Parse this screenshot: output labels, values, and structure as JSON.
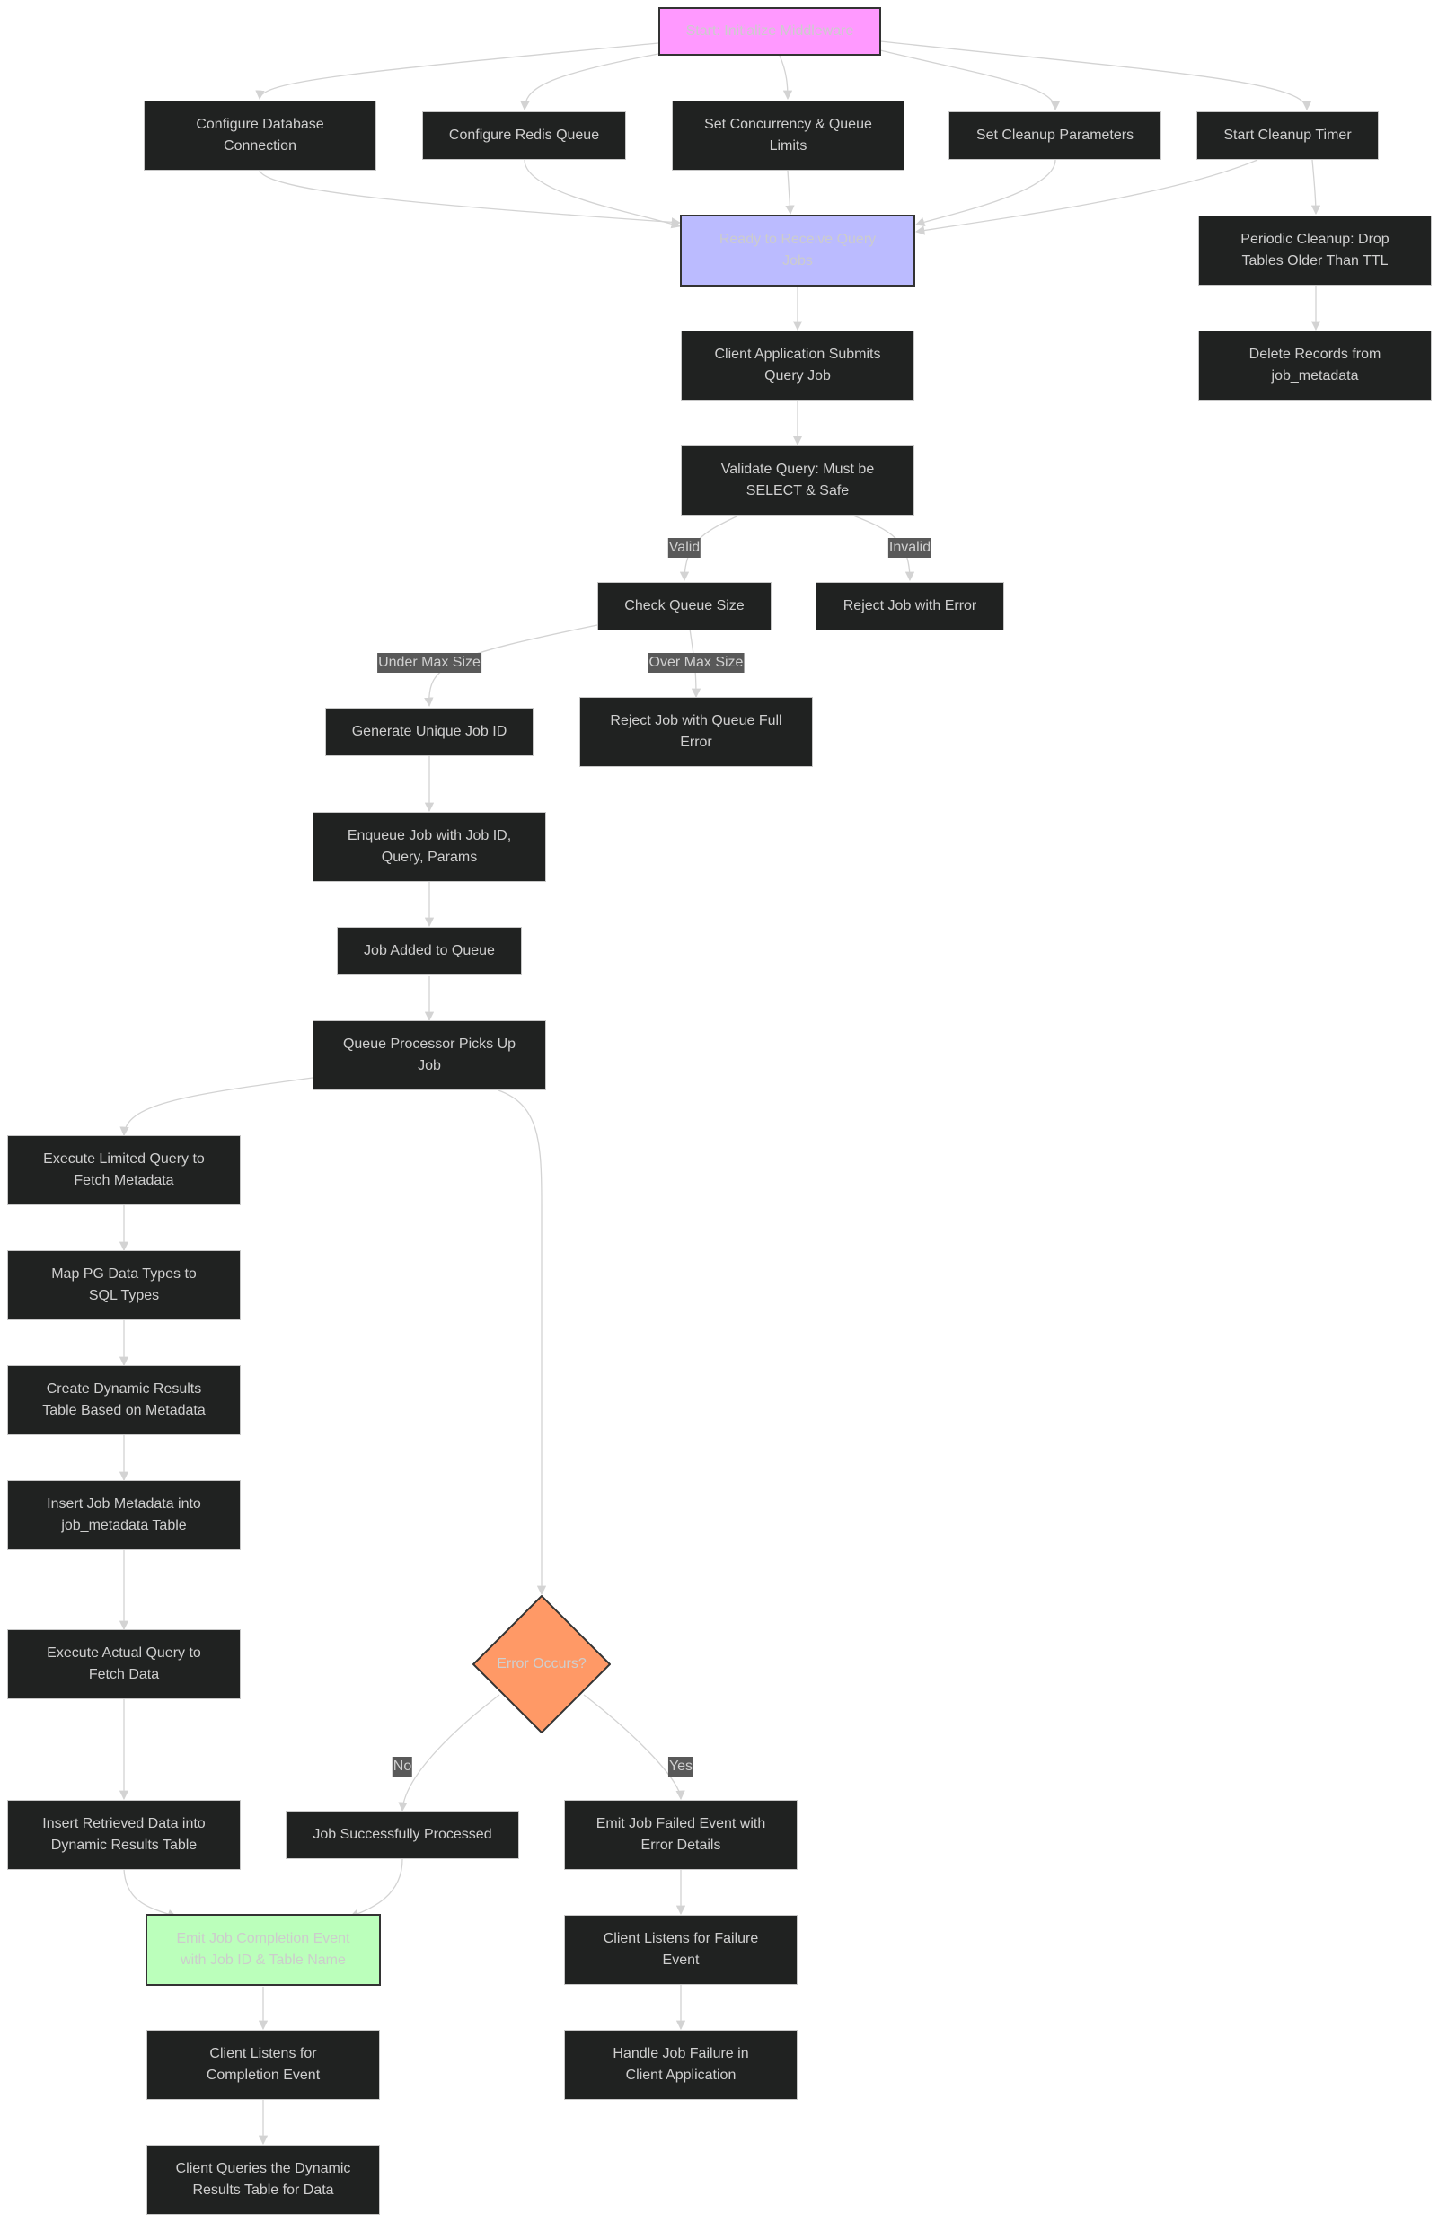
{
  "diagram": {
    "type": "flowchart",
    "colors": {
      "start_fill": "#ff99ff",
      "ready_fill": "#bbbbff",
      "decision_fill": "#ff9966",
      "completion_fill": "#bbffbb",
      "node_fill": "#202221",
      "node_text": "#cfcfcf",
      "edge": "#d3d3d3",
      "edge_label_bg": "#595959"
    },
    "nodes": {
      "start": "Start: Initialize Middleware",
      "config_db": "Configure Database\nConnection",
      "config_redis": "Configure Redis Queue",
      "set_concurrency": "Set Concurrency & Queue\nLimits",
      "set_cleanup": "Set Cleanup Parameters",
      "start_timer": "Start Cleanup Timer",
      "ready": "Ready to Receive Query\nJobs",
      "periodic_cleanup": "Periodic Cleanup: Drop\nTables Older Than TTL",
      "delete_records": "Delete Records from\njob_metadata",
      "submit": "Client Application Submits\nQuery Job",
      "validate": "Validate Query: Must be\nSELECT & Safe",
      "check_queue": "Check Queue Size",
      "reject_error": "Reject Job with Error",
      "gen_id": "Generate Unique Job ID",
      "reject_full": "Reject Job with Queue Full\nError",
      "enqueue": "Enqueue Job with Job ID,\nQuery, Params",
      "added": "Job Added to Queue",
      "picks_up": "Queue Processor Picks Up\nJob",
      "exec_limited": "Execute Limited Query to\nFetch Metadata",
      "map_types": "Map PG Data Types to\nSQL Types",
      "create_table": "Create Dynamic Results\nTable Based on Metadata",
      "insert_meta": "Insert Job Metadata into\njob_metadata Table",
      "exec_actual": "Execute Actual Query to\nFetch Data",
      "error_occurs": "Error Occurs?",
      "insert_data": "Insert Retrieved Data into\nDynamic Results Table",
      "success": "Job Successfully Processed",
      "emit_failed": "Emit Job Failed Event with\nError Details",
      "emit_complete": "Emit Job Completion Event\nwith Job ID & Table Name",
      "listen_failure": "Client Listens for Failure\nEvent",
      "listen_complete": "Client Listens for\nCompletion Event",
      "handle_failure": "Handle Job Failure in\nClient Application",
      "client_queries": "Client Queries the Dynamic\nResults Table for Data"
    },
    "edge_labels": {
      "valid": "Valid",
      "invalid": "Invalid",
      "under_max": "Under Max Size",
      "over_max": "Over Max Size",
      "no": "No",
      "yes": "Yes"
    }
  }
}
